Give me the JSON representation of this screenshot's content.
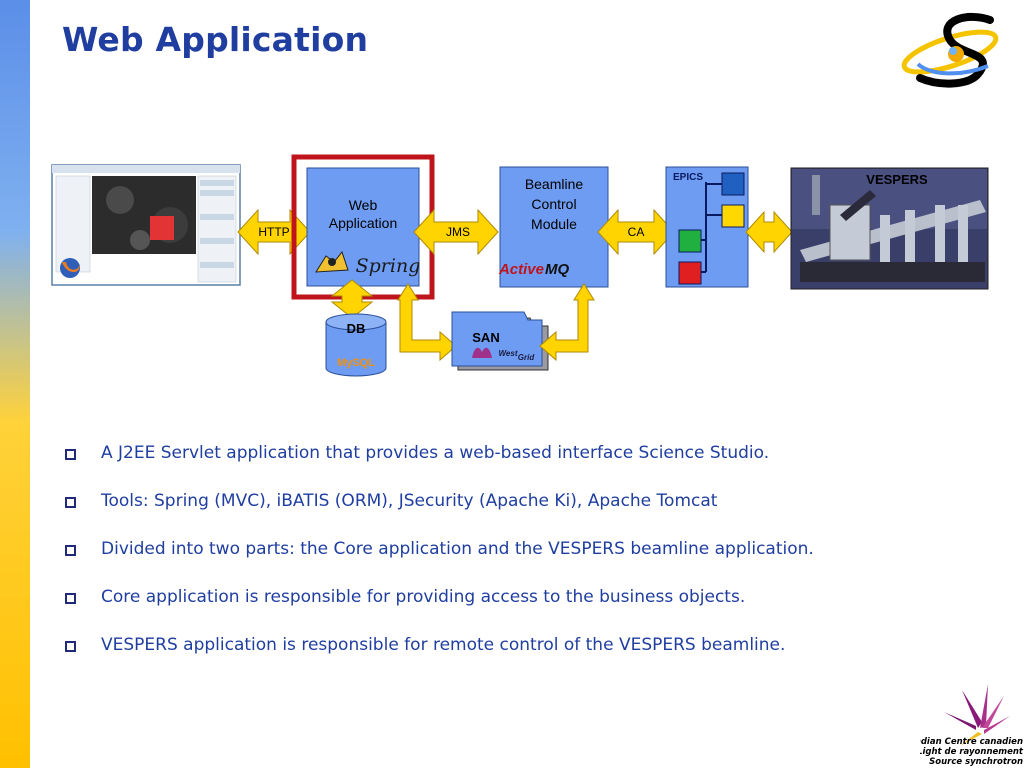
{
  "slide": {
    "title": "Web Application"
  },
  "diagram": {
    "web_application": {
      "label_line1": "Web",
      "label_line2": "Application",
      "logo_text": "Spring"
    },
    "beamline_module": {
      "label_line1": "Beamline",
      "label_line2": "Control",
      "label_line3": "Module",
      "logo_text_1": "Active",
      "logo_text_2": "MQ"
    },
    "epics": {
      "label": "EPICS"
    },
    "vespers": {
      "label": "VESPERS"
    },
    "arrows": {
      "http": "HTTP",
      "jms": "JMS",
      "ca": "CA"
    },
    "db": {
      "label": "DB",
      "logo_text": "MySQL"
    },
    "san": {
      "label": "SAN",
      "logo_text_1": "West",
      "logo_text_2": "Grid"
    },
    "colors": {
      "node_blue": "#6e9cf2",
      "highlight_red": "#c0141c",
      "arrow_yellow": "#ffd400",
      "epics_blue": "#2060c0",
      "epics_yellow": "#ffd800",
      "epics_green": "#20b040",
      "epics_red": "#e02020"
    }
  },
  "bullets": [
    "A J2EE Servlet application that provides a web-based interface Science Studio.",
    "Tools: Spring (MVC), iBATIS (ORM), JSecurity (Apache Ki), Apache Tomcat",
    "Divided into two parts: the Core application and the VESPERS beamline application.",
    "Core application is responsible for providing access to the business objects.",
    "VESPERS application is responsible for remote control of the VESPERS beamline."
  ],
  "footer_logo": {
    "line1": "Canadian  Centre canadien",
    "line2": "Light  de rayonnement",
    "line3": "Source  synchrotron"
  }
}
